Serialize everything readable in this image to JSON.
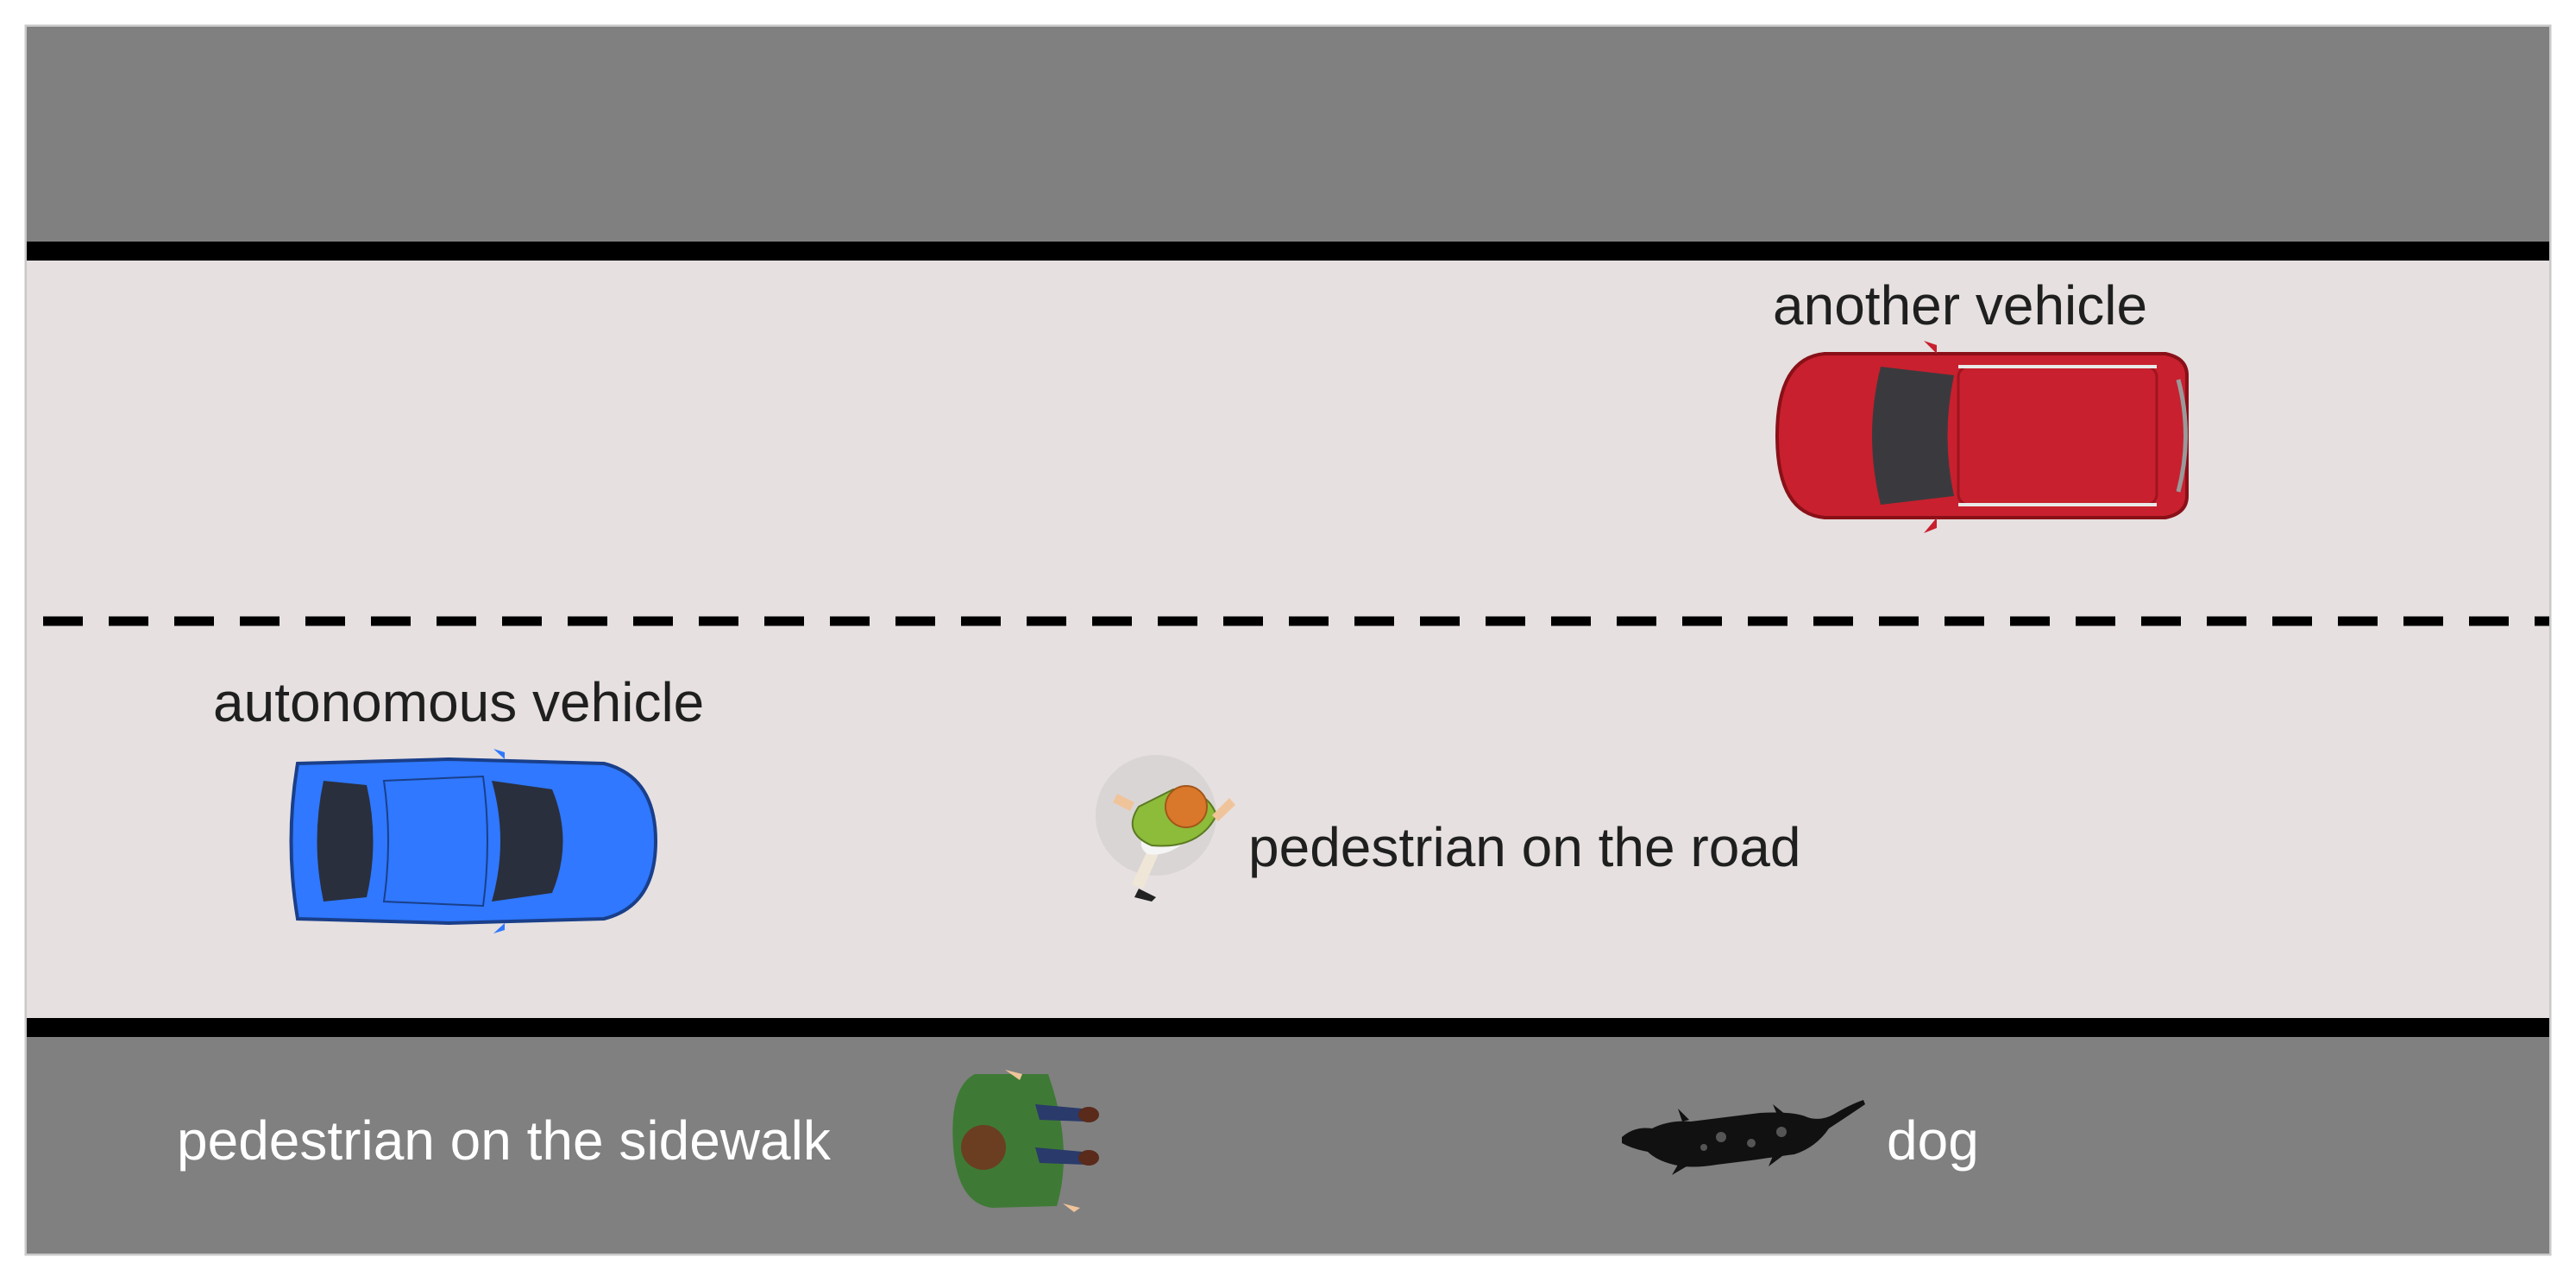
{
  "labels": {
    "another_vehicle": "another vehicle",
    "autonomous_vehicle": "autonomous vehicle",
    "pedestrian_road": "pedestrian on the road",
    "pedestrian_sidewalk": "pedestrian on the sidewalk",
    "dog": "dog"
  },
  "colors": {
    "sidewalk": "#808080",
    "road": "#e6e0e0",
    "curb_line": "#000000",
    "lane_divider": "#000000",
    "autonomous_vehicle": "#2f78ff",
    "another_vehicle": "#c8202e",
    "pedestrian_shirt": "#8dbb3a",
    "pedestrian_hair": "#d9782a",
    "sidewalk_pedestrian_shirt": "#3e7a35",
    "dog": "#111111"
  },
  "icons": {
    "autonomous_vehicle": "car-top-view-icon",
    "another_vehicle": "suv-top-view-icon",
    "pedestrian_road": "running-pedestrian-icon",
    "pedestrian_sidewalk": "walking-person-icon",
    "dog": "dog-icon"
  }
}
